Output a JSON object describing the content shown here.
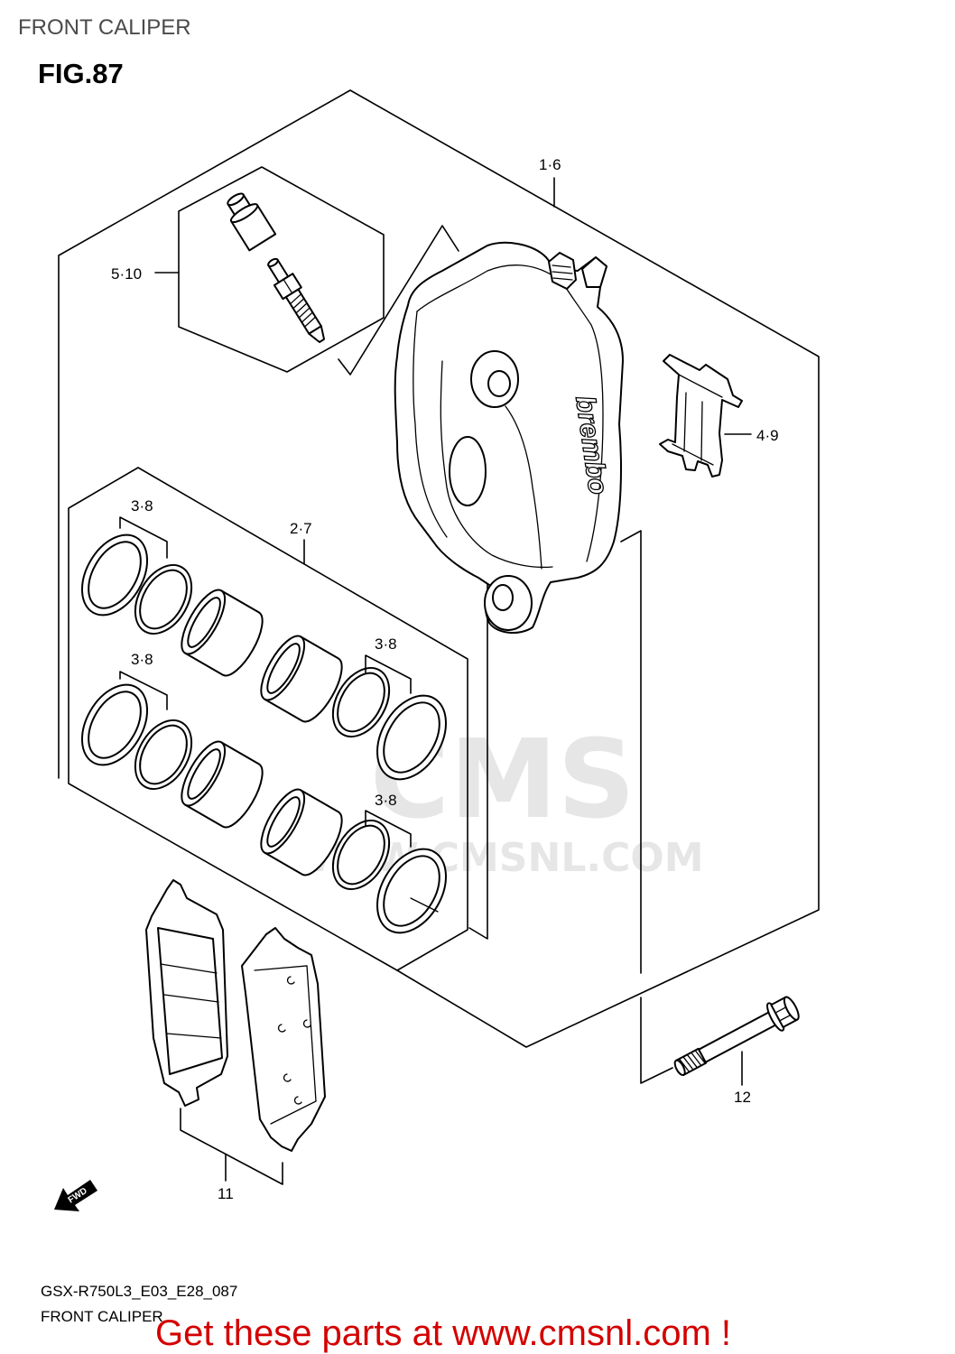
{
  "header": {
    "title": "FRONT CALIPER",
    "figure": "FIG.87"
  },
  "callouts": {
    "caliper_assy": "1·6",
    "bleeder_set": "5·10",
    "pad_spring": "4·9",
    "piston_set": "2·7",
    "seal_upper_left": "3·8",
    "seal_lower_left": "3·8",
    "seal_upper_right": "3·8",
    "seal_lower_right": "3·8",
    "pad_set": "11",
    "mounting_bolt": "12"
  },
  "caliper_logo": "brembo",
  "watermark": {
    "logo": "CMS",
    "url": "WWW.CMSNL.COM"
  },
  "fwd_arrow": "FWD",
  "footer": {
    "code": "GSX-R750L3_E03_E28_087",
    "name": "FRONT CALIPER",
    "promo": "Get these parts at www.cmsnl.com !"
  },
  "colors": {
    "line": "#000000",
    "header_text": "#4a4a4a",
    "promo_text": "#d40000",
    "watermark": "#e6e6e6"
  }
}
